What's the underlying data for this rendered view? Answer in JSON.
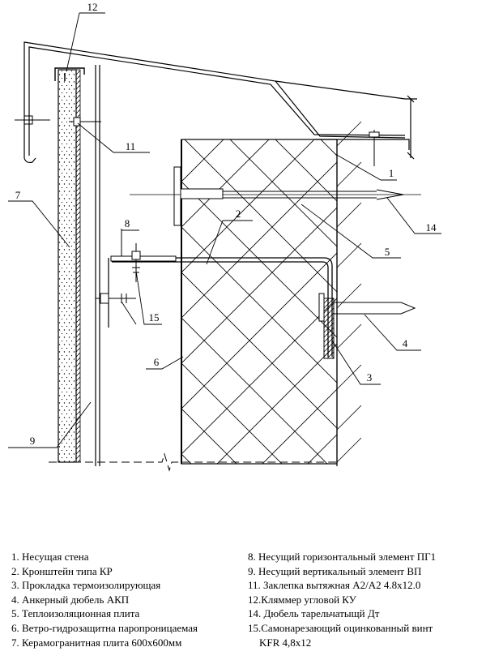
{
  "callouts": [
    "12",
    "11",
    "7",
    "1",
    "8",
    "2",
    "14",
    "5",
    "15",
    "6",
    "4",
    "3",
    "9"
  ],
  "legend": {
    "left": [
      "1. Несущая стена",
      "2. Кронштейн типа КР",
      "3. Прокладка термоизолирующая",
      "4. Анкерный дюбель АКП",
      "5. Теплоизоляционная плита",
      "6. Ветро-гидрозащитна паропроницаемая",
      "7. Керамогранитная плита 600х600мм"
    ],
    "right": [
      "8. Несущий горизонтальный элемент ПГ1",
      "9. Несущий вертикальный элемент ВП",
      "11. Заклепка вытяжная А2/А2 4.8х12.0",
      "12.Кляммер угловой КУ",
      "14. Дюбель тарельчатыщй Дт",
      "15.Самонарезающий оцинкованный винт",
      "KFR 4,8х12"
    ]
  }
}
